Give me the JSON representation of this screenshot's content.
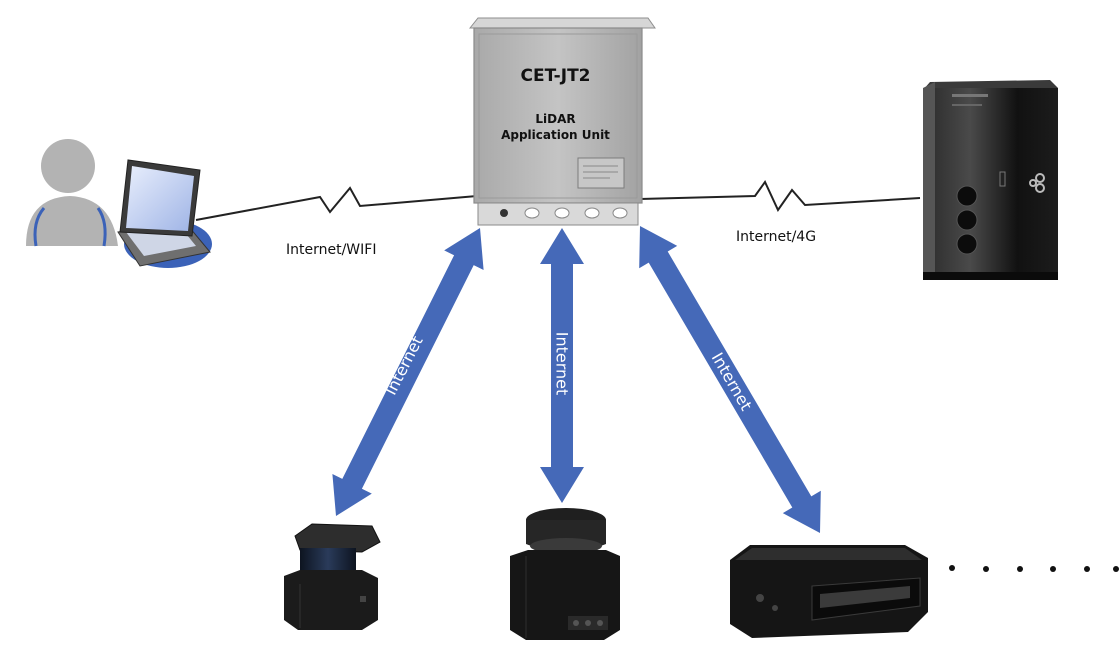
{
  "unit": {
    "title": "CET-JT2",
    "line1": "LiDAR",
    "line2": "Application Unit"
  },
  "links": {
    "client": "Internet/WIFI",
    "server": "Internet/4G",
    "lidar_left": "Internet",
    "lidar_center": "Internet",
    "lidar_right": "Internet"
  },
  "colors": {
    "arrow": "#4569b8",
    "cabinet": "#b9b9b9",
    "device": "#161616"
  },
  "icons": [
    "user-laptop-icon",
    "server-tower-icon",
    "lidar-scanner-icon"
  ]
}
